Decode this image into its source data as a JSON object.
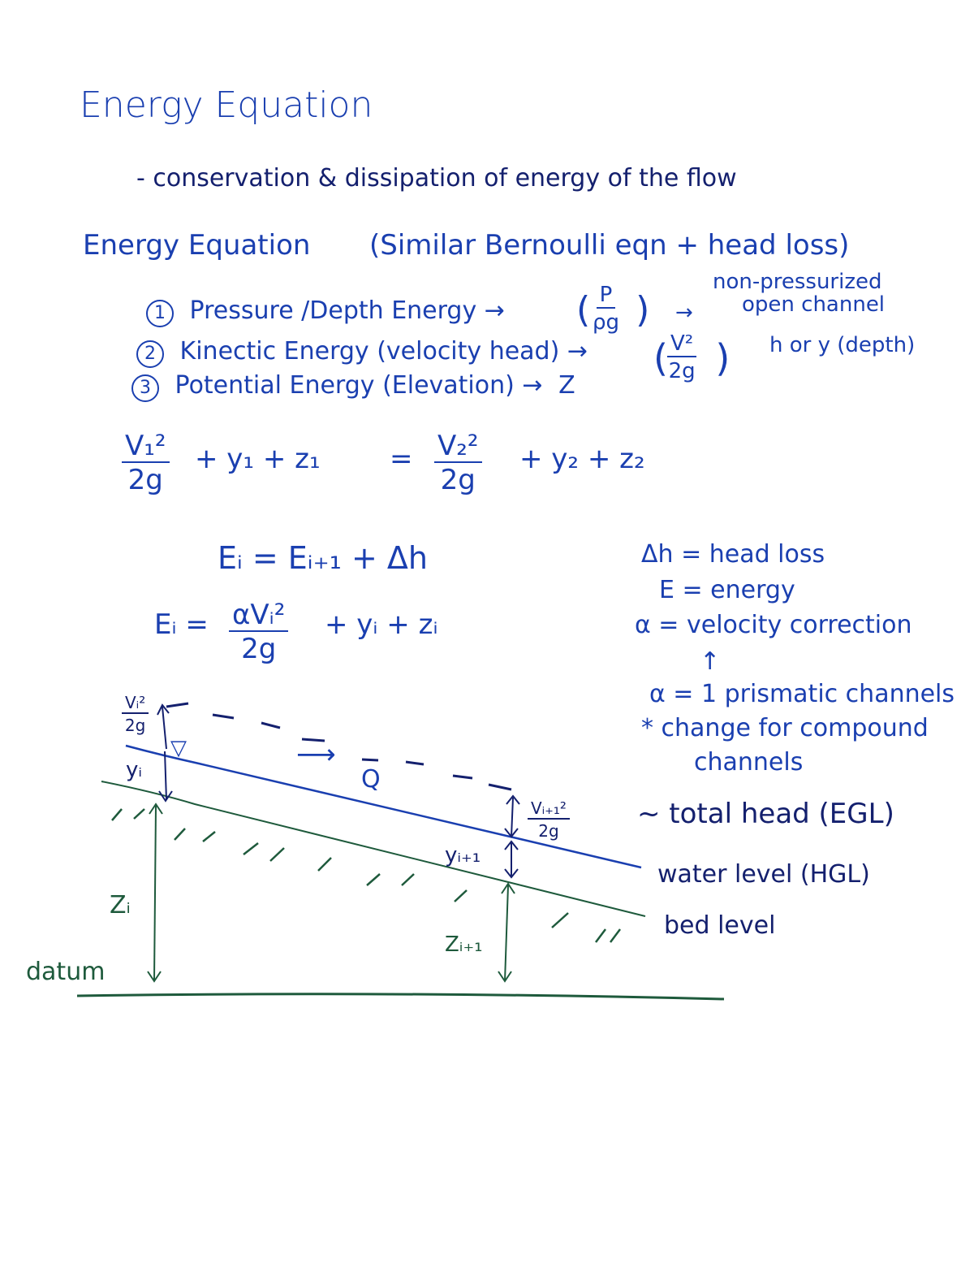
{
  "title": "Energy Equation",
  "subtitle": "- conservation & dissipation of energy of the flow",
  "section": {
    "heading": "Energy Equation",
    "note": "(Similar Bernoulli eqn + head loss)"
  },
  "components": [
    {
      "num": "1",
      "label": "Pressure /Depth Energy →",
      "term_num": "P",
      "term_den": "ρg",
      "arrow": "→"
    },
    {
      "num": "2",
      "label": "Kinectic Energy (velocity head) →",
      "term_num": "V²",
      "term_den": "2g"
    },
    {
      "num": "3",
      "label": "Potential Energy (Elevation) →",
      "term": "Z"
    }
  ],
  "side_notes": {
    "line1": "non-pressurized",
    "line2": "open channel",
    "line3": "h or y (depth)"
  },
  "bernoulli": {
    "lhs_num": "V₁²",
    "lhs_den": "2g",
    "lhs_rest": "+ y₁ + z₁",
    "eq": "=",
    "rhs_num": "V₂²",
    "rhs_den": "2g",
    "rhs_rest": "+ y₂ + z₂"
  },
  "energy_balance": "Eᵢ = Eᵢ₊₁ + Δh",
  "energy_def": {
    "lhs": "Eᵢ =",
    "num": "αVᵢ²",
    "den": "2g",
    "rest": "+ yᵢ + zᵢ"
  },
  "definitions": [
    "Δh = head loss",
    "E = energy",
    "α = velocity correction"
  ],
  "alpha_note": {
    "arrow": "↑",
    "line1": "α = 1  prismatic channels",
    "line2": "* change for compound",
    "line3": "channels"
  },
  "diagram": {
    "vi_head_num": "Vᵢ²",
    "vi_head_den": "2g",
    "yi": "yᵢ",
    "zi": "Zᵢ",
    "datum": "datum",
    "flow": "Q",
    "flow_arrow": "⟶",
    "water_symbol": "▽",
    "vi1_head_num": "Vᵢ₊₁²",
    "vi1_head_den": "2g",
    "yi1": "yᵢ₊₁",
    "zi1": "Zᵢ₊₁",
    "labels": {
      "egl": "~ total head (EGL)",
      "hgl": "water level (HGL)",
      "bed": "bed level"
    }
  },
  "colors": {
    "ink_blue": "#1a3fb0",
    "ink_navy": "#14206e",
    "ink_green": "#1e5a3c"
  }
}
